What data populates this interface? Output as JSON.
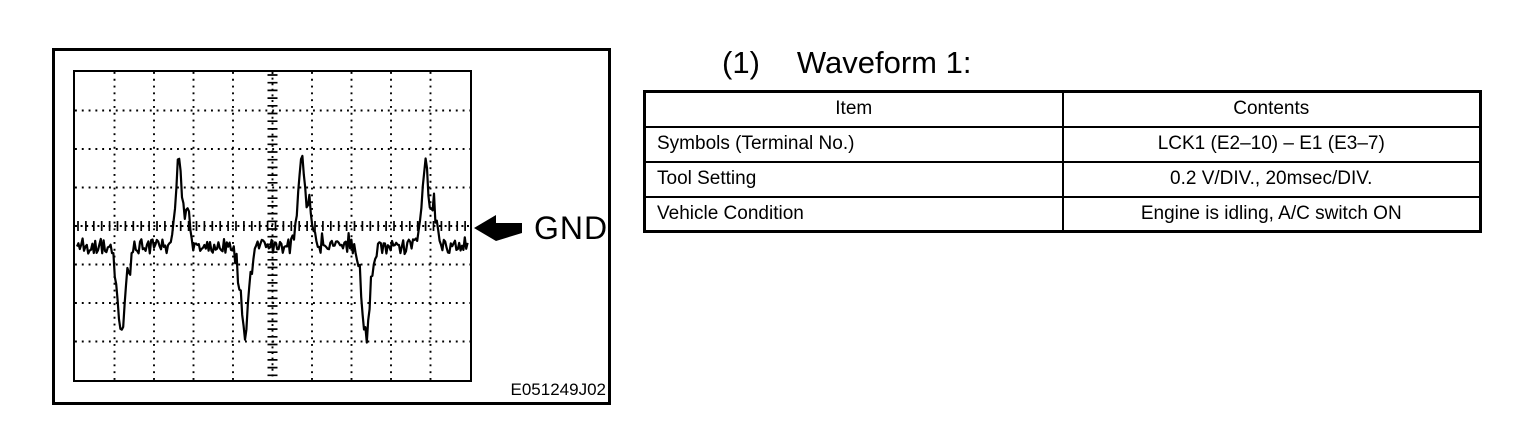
{
  "page": {
    "background": "#ffffff",
    "ink": "#000000"
  },
  "figure": {
    "figure_id": "E051249J02",
    "gnd_label": "GND",
    "scope": {
      "h_divisions": 10,
      "v_divisions": 8,
      "gnd_line_div": 4,
      "baseline_div_below_gnd": 0.53,
      "noise_div": 0.19,
      "up_spike_div_x": [
        2.63,
        5.74,
        8.87
      ],
      "up_spike_height_div": 2.42,
      "up_spike_width_div": 0.29,
      "down_spike_div_x": [
        1.18,
        4.29,
        7.37
      ],
      "down_spike_depth_div": 2.57,
      "down_spike_width_div": 0.36,
      "seed": 20051249
    }
  },
  "heading": {
    "number": "(1)",
    "title": "Waveform 1:"
  },
  "table": {
    "headers": [
      "Item",
      "Contents"
    ],
    "rows": [
      {
        "item": "Symbols (Terminal No.)",
        "contents": "LCK1 (E2–10) – E1 (E3–7)"
      },
      {
        "item": "Tool Setting",
        "contents": "0.2 V/DIV., 20msec/DIV."
      },
      {
        "item": "Vehicle Condition",
        "contents": "Engine is idling, A/C switch ON"
      }
    ]
  }
}
